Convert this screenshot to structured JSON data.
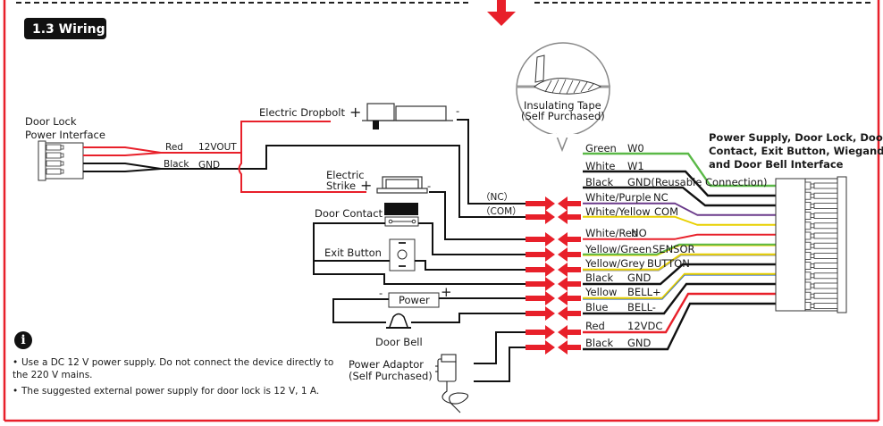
{
  "section_title": "1.3 Wiring",
  "colors": {
    "accent_red": "#e8202a",
    "wire_green": "#5ab947",
    "wire_purple": "#6a3a8a",
    "wire_yellow": "#e8d000",
    "wire_blue": "#3a6fc4",
    "wire_black": "#111111"
  },
  "left_interface": {
    "title_line1": "Door Lock",
    "title_line2": "Power Interface",
    "wires": [
      {
        "color_name": "Red",
        "signal": "12VOUT"
      },
      {
        "color_name": "Black",
        "signal": "GND"
      }
    ]
  },
  "devices": {
    "dropbolt": {
      "label": "Electric Dropbolt",
      "plus": "+",
      "minus": "-"
    },
    "strike": {
      "label_line1": "Electric",
      "label_line2": "Strike",
      "plus": "+",
      "minus": "-"
    },
    "door_contact": {
      "label": "Door Contact"
    },
    "exit_button": {
      "label": "Exit Button"
    },
    "power": {
      "label": "Power",
      "plus": "+",
      "minus": "-"
    },
    "door_bell": {
      "label": "Door Bell"
    },
    "power_adaptor": {
      "line1": "Power Adaptor",
      "line2": "(Self Purchased)"
    },
    "insulating_tape": {
      "line1": "Insulating Tape",
      "line2": "(Self Purchased)"
    }
  },
  "relay_labels": {
    "nc": "（NC）",
    "com": "（COM）"
  },
  "right_interface": {
    "title_line1": "Power Supply, Door Lock, Door",
    "title_line2": "Contact, Exit Button, Wiegand,",
    "title_line3": "and Door Bell Interface",
    "wires": [
      {
        "color_name": "Green",
        "signal": "W0"
      },
      {
        "color_name": "White",
        "signal": "W1"
      },
      {
        "color_name": "Black",
        "signal": "GND(Reusable Connection)"
      },
      {
        "color_name": "White/Purple",
        "signal": "NC"
      },
      {
        "color_name": "White/Yellow",
        "signal": "COM"
      },
      {
        "color_name": "White/Red",
        "signal": "NO"
      },
      {
        "color_name": "Yellow/Green",
        "signal": "SENSOR"
      },
      {
        "color_name": "Yellow/Grey",
        "signal": "BUTTON"
      },
      {
        "color_name": "Black",
        "signal": "GND"
      },
      {
        "color_name": "Yellow",
        "signal": "BELL+"
      },
      {
        "color_name": "Blue",
        "signal": "BELL-"
      },
      {
        "color_name": "Red",
        "signal": "12VDC"
      },
      {
        "color_name": "Black",
        "signal": "GND"
      }
    ]
  },
  "notes": {
    "icon": "info-icon",
    "items": [
      "Use a DC 12 V power supply. Do not connect the device directly to the 220 V mains.",
      "The suggested external power supply for door lock is 12 V, 1 A."
    ]
  }
}
